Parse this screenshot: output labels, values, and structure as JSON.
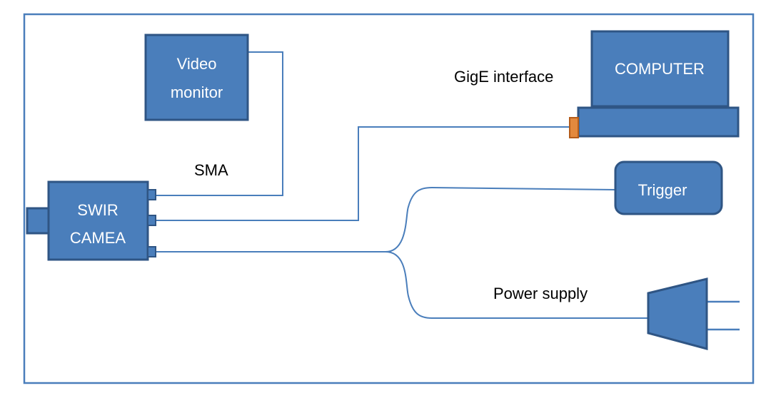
{
  "colors": {
    "box_fill": "#4a7ebb",
    "box_stroke": "#2f5584",
    "wire": "#4a7ebb",
    "frame": "#4a7ebb",
    "gige_port": "#e3893d"
  },
  "nodes": {
    "camera": {
      "line1": "SWIR",
      "line2": "CAMEA"
    },
    "monitor": {
      "line1": "Video",
      "line2": "monitor"
    },
    "computer": {
      "label": "COMPUTER"
    },
    "trigger": {
      "label": "Trigger"
    },
    "power_plug": {
      "icon": "power-plug-icon"
    }
  },
  "connections": {
    "sma": "SMA",
    "gige": "GigE interface",
    "power": "Power supply"
  }
}
